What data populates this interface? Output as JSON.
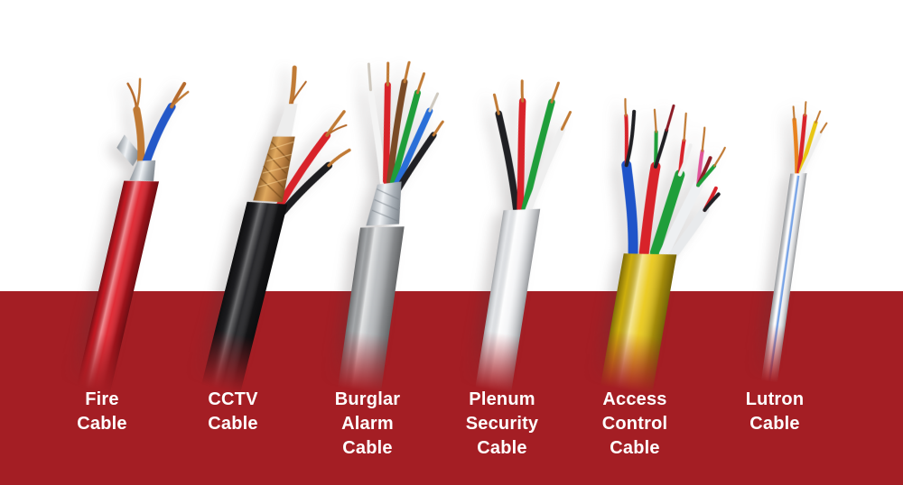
{
  "band": {
    "color": "#a41e24",
    "label_color": "#ffffff"
  },
  "palette": {
    "copper": "#c07a35",
    "silver": "#c9ced4"
  },
  "cables": [
    {
      "name": "Fire Cable",
      "label_lines": [
        "Fire",
        "Cable"
      ],
      "jacket_color": "#de1b26",
      "wires": [
        "#2458c8",
        "#c07a35"
      ],
      "foil_color": "#c7ccd2"
    },
    {
      "name": "CCTV Cable",
      "label_lines": [
        "CCTV",
        "Cable"
      ],
      "jacket_color": "#1c1c1f",
      "braid_color": "#c08445",
      "dielectric_color": "#ededed",
      "center_conductor_color": "#c07a35",
      "wires": [
        "#d8232a",
        "#1d1d20"
      ]
    },
    {
      "name": "Burglar Alarm Cable",
      "label_lines": [
        "Burglar",
        "Alarm",
        "Cable"
      ],
      "jacket_color": "#b7babd",
      "foil_color": "#c9ced4",
      "wires": [
        "#f4f4f4",
        "#d8232a",
        "#7a4a26",
        "#1f9e3a",
        "#2a6fd8",
        "#202024"
      ]
    },
    {
      "name": "Plenum Security Cable",
      "label_lines": [
        "Plenum",
        "Security",
        "Cable"
      ],
      "jacket_color": "#f2f3f5",
      "wires": [
        "#202024",
        "#d8232a",
        "#1f9e3a",
        "#efefef"
      ]
    },
    {
      "name": "Access Control Cable",
      "label_lines": [
        "Access",
        "Control",
        "Cable"
      ],
      "jacket_color": "#e9c60f",
      "sub_cables": [
        "#1f54c9",
        "#d8232a",
        "#1f9e3a",
        "#eef0f2",
        "#e8eaec"
      ],
      "inner_wires": [
        "#d8232a",
        "#202024",
        "#1f9e3a",
        "#efefef",
        "#e0559a",
        "#8c1c26"
      ]
    },
    {
      "name": "Lutron Cable",
      "label_lines": [
        "Lutron",
        "Cable"
      ],
      "jacket_color": "#f0f1f3",
      "stripe_color": "#2a6fd8",
      "wires": [
        "#e8821e",
        "#d8232a",
        "#e8c614",
        "#efefef"
      ]
    }
  ]
}
